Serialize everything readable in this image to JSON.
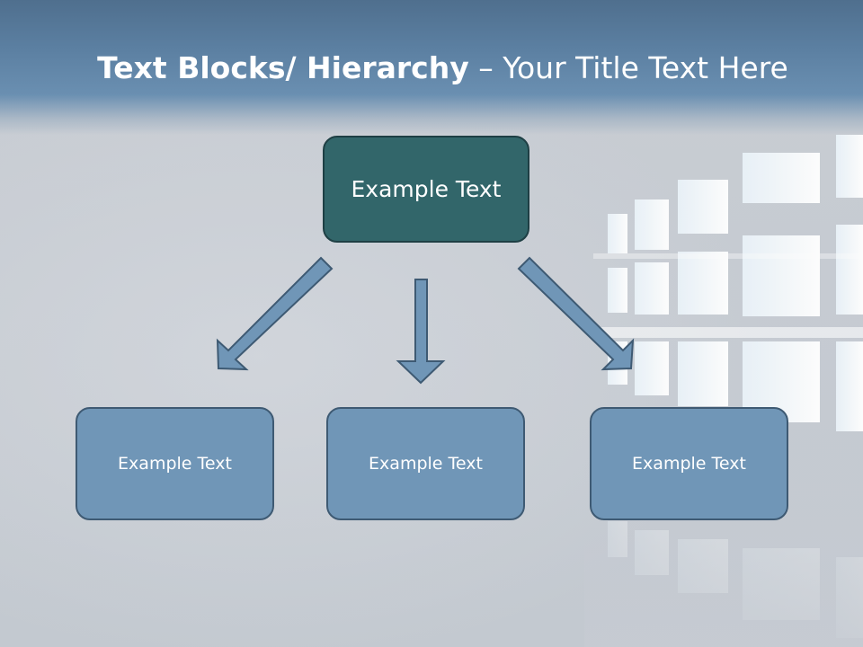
{
  "title": {
    "bold_part": "Text Blocks/ Hierarchy",
    "regular_part": " – Your Title Text Here"
  },
  "diagram": {
    "top": {
      "label": "Example Text"
    },
    "children": [
      {
        "label": "Example Text"
      },
      {
        "label": "Example Text"
      },
      {
        "label": "Example Text"
      }
    ]
  },
  "colors": {
    "header": "#5b7fa1",
    "top_box_fill": "#32666a",
    "top_box_border": "#1e3f44",
    "child_box_fill": "#7096b7",
    "child_box_border": "#3e5a73",
    "arrow_fill": "#7096b7",
    "arrow_stroke": "#3e5a73"
  }
}
